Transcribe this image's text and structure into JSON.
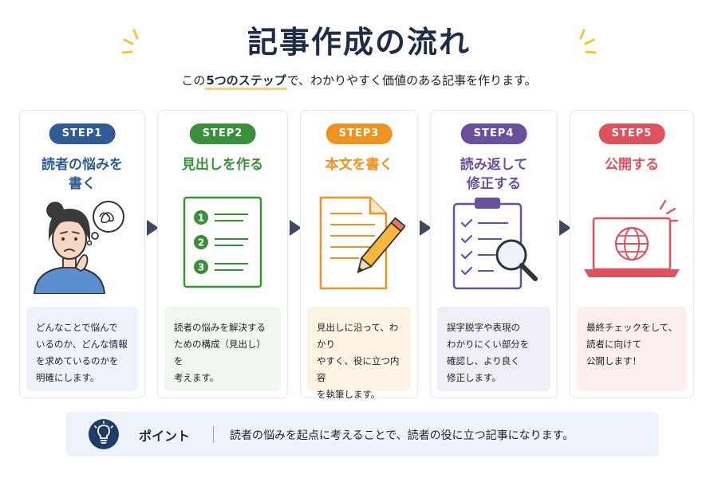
{
  "title": "記事作成の流れ",
  "subtitle": {
    "pre": "この",
    "highlight": "5つのステップ",
    "post": "で、わかりやすく価値のある記事を作ります。"
  },
  "steps": [
    {
      "label": "STEP1",
      "title": "読者の悩みを\n書く",
      "desc": "どんなことで悩んで\nいるのか、どんな情報\nを求めているのかを\n明確にします。",
      "color": "#2f5c93",
      "icon": "worried-person-icon"
    },
    {
      "label": "STEP2",
      "title": "見出しを作る",
      "desc": "読者の悩みを解決する\nための構成（見出し）を\n考えます。",
      "color": "#3a8f3a",
      "icon": "numbered-list-icon",
      "list_numbers": [
        "1",
        "2",
        "3"
      ]
    },
    {
      "label": "STEP3",
      "title": "本文を書く",
      "desc": "見出しに沿って、わかり\nやすく、役に立つ内容\nを執筆します。",
      "color": "#ef9320",
      "icon": "document-pencil-icon"
    },
    {
      "label": "STEP4",
      "title": "読み返して\n修正する",
      "desc": "誤字脱字や表現の\nわかりにくい部分を\n確認し、より良く\n修正します。",
      "color": "#6a4f9c",
      "icon": "checklist-magnifier-icon"
    },
    {
      "label": "STEP5",
      "title": "公開する",
      "desc": "最終チェックをして、\n読者に向けて\n公開します！",
      "color": "#e0515e",
      "icon": "laptop-globe-icon"
    }
  ],
  "point": {
    "label": "ポイント",
    "text": "読者の悩みを起点に考えることで、読者の役に立つ記事になります。",
    "icon": "lightbulb-icon"
  },
  "colors": {
    "title": "#1e2d45",
    "arrow": "#3d4a5e",
    "accent_yellow": "#f3c53a"
  }
}
